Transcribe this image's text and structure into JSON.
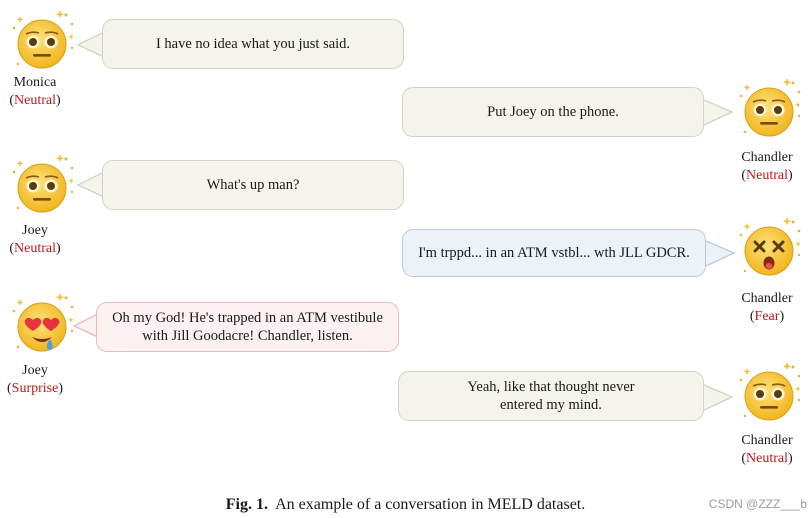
{
  "utterances": [
    {
      "speaker": "Monica",
      "emotion": "Neutral",
      "text": "I have no idea what you just said.",
      "face": "neutral-face-icon"
    },
    {
      "speaker": "Chandler",
      "emotion": "Neutral",
      "text": "Put Joey on the phone.",
      "face": "neutral-face-icon"
    },
    {
      "speaker": "Joey",
      "emotion": "Neutral",
      "text": "What's up man?",
      "face": "neutral-face-icon"
    },
    {
      "speaker": "Chandler",
      "emotion": "Fear",
      "text": "I'm trppd... in an ATM vstbl... wth JLL GDCR.",
      "face": "fear-face-icon"
    },
    {
      "speaker": "Joey",
      "emotion": "Surprise",
      "text": "Oh my God! He's trapped in an ATM vestibule\nwith Jill Goodacre!  Chandler, listen.",
      "face": "heart-eyes-face-icon"
    },
    {
      "speaker": "Chandler",
      "emotion": "Neutral",
      "text": "Yeah, like that thought never\nentered my mind.",
      "face": "neutral-face-icon"
    }
  ],
  "caption": {
    "label": "Fig. 1.",
    "text": "An example of a conversation in MELD dataset."
  },
  "watermark": "CSDN @ZZZ___b",
  "colors": {
    "emotion_text": "#c01818",
    "face": "#f5c533",
    "neutral_bubble": "#f4f3ec",
    "fear_bubble": "#ecf2f8",
    "surprise_bubble": "#fdf1f2"
  }
}
